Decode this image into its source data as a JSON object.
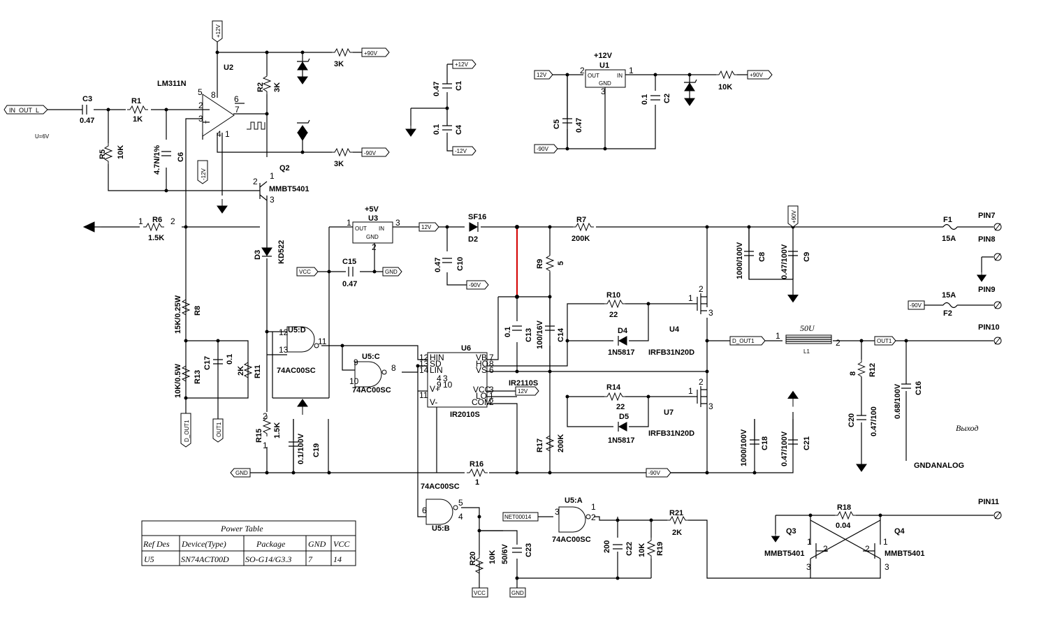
{
  "power_table": {
    "title": "Power Table",
    "headers": [
      "Ref Des",
      "Device(Type)",
      "Package",
      "GND",
      "VCC"
    ],
    "row": [
      "U5",
      "SN74ACT00D",
      "SO-G14/G3.3",
      "7",
      "14"
    ]
  },
  "labels": {
    "lm311": "LM311N",
    "u2": "U2",
    "c3": "C3",
    "c3v": "0.47",
    "r1": "R1",
    "r1v": "1K",
    "r5": "R5",
    "r5v": "10K",
    "c6": "C6",
    "c6v": "4.7N/1%",
    "r2": "R2",
    "r2v": "3K",
    "r3v1": "3K",
    "r3v2": "3K",
    "u6v": "U=6V",
    "q2": "Q2",
    "q2t": "MMBT5401",
    "r6": "R6",
    "r6v": "1.5K",
    "d3": "D3",
    "d3t": "KD522",
    "r8": "R8",
    "r8v": "15K/0.25W",
    "r13": "R13",
    "r13v": "10K/0.5W",
    "c17": "C17",
    "c17v": "0.1",
    "r11": "R11",
    "r11v": "2K",
    "r15": "R15",
    "r15v": "1.5K",
    "c19": "C19",
    "c19v": "0.1/100V",
    "c1": "C1",
    "c1v": "0.47",
    "c4": "C4",
    "c4v": "0.1",
    "u1": "U1",
    "u1v": "+12V",
    "c5": "C5",
    "c5v": "0.47",
    "c2": "C2",
    "c2v": "0.1",
    "r10k": "10K",
    "u3": "U3",
    "u3v": "+5V",
    "c15": "C15",
    "c15v": "0.47",
    "sf16": "SF16",
    "d2": "D2",
    "c10": "C10",
    "c10v": "0.47",
    "r7": "R7",
    "r7v": "200K",
    "r9": "R9",
    "r9v": "5",
    "c8": "C8",
    "c8v": "1000/100V",
    "c9": "C9",
    "c9v": "0.47/100V",
    "f1": "F1",
    "f1v": "15A",
    "f2": "F2",
    "f2v": "15A",
    "pin7": "PIN7",
    "pin8": "PIN8",
    "pin9": "PIN9",
    "pin10": "PIN10",
    "pin11": "PIN11",
    "r10": "R10",
    "r10v": "22",
    "d4": "D4",
    "d4t": "1N5817",
    "u4": "U4",
    "u4t": "IRFB31N20D",
    "c13": "C13",
    "c13v": "0.1",
    "c14": "C14",
    "c14v": "100/16V",
    "u6": "U6",
    "ir2110": "IR2110S",
    "ir2010": "IR2010S",
    "r14": "R14",
    "r14v": "22",
    "d5": "D5",
    "d5t": "1N5817",
    "u7": "U7",
    "u7t": "IRFB31N20D",
    "c18": "C18",
    "c18v": "1000/100V",
    "c21": "C21",
    "c21v": "0.47/100V",
    "r17": "R17",
    "r17v": "200K",
    "u5d": "U5:D",
    "u5dt": "74AC00SC",
    "u5c": "U5:C",
    "u5ct": "74AC00SC",
    "r16": "R16",
    "r16v": "1",
    "u5b": "U5:B",
    "u5bt": "74AC00SC",
    "u5a": "U5:A",
    "u5at": "74AC00SC",
    "r20": "R20",
    "r20v": "10K",
    "c23": "C23",
    "c23v": "50/6V",
    "c22": "C22",
    "c22v": "200",
    "r19": "R19",
    "r19v": "10K",
    "r21": "R21",
    "r21v": "2K",
    "l1v": "50U",
    "l1": "L1",
    "r12": "R12",
    "r12v": "8",
    "c20": "C20",
    "c20v": "0.47/100",
    "c16": "C16",
    "c16v": "0.68/100V",
    "vyhod": "Выход",
    "gndanalog": "GNDANALOG",
    "q3": "Q3",
    "q3t": "MMBT5401",
    "q4": "Q4",
    "q4t": "MMBT5401",
    "r18": "R18",
    "r18v": "0.04",
    "net14": "NET00014"
  },
  "ports": {
    "in_out_l": "IN_OUT_L",
    "p12": "+12V",
    "m12": "-12V",
    "p90": "+90V",
    "m90": "-90V",
    "v12": "12V",
    "vcc": "VCC",
    "gnd": "GND",
    "d_out1": "D_OUT1",
    "out1": "OUT1"
  }
}
